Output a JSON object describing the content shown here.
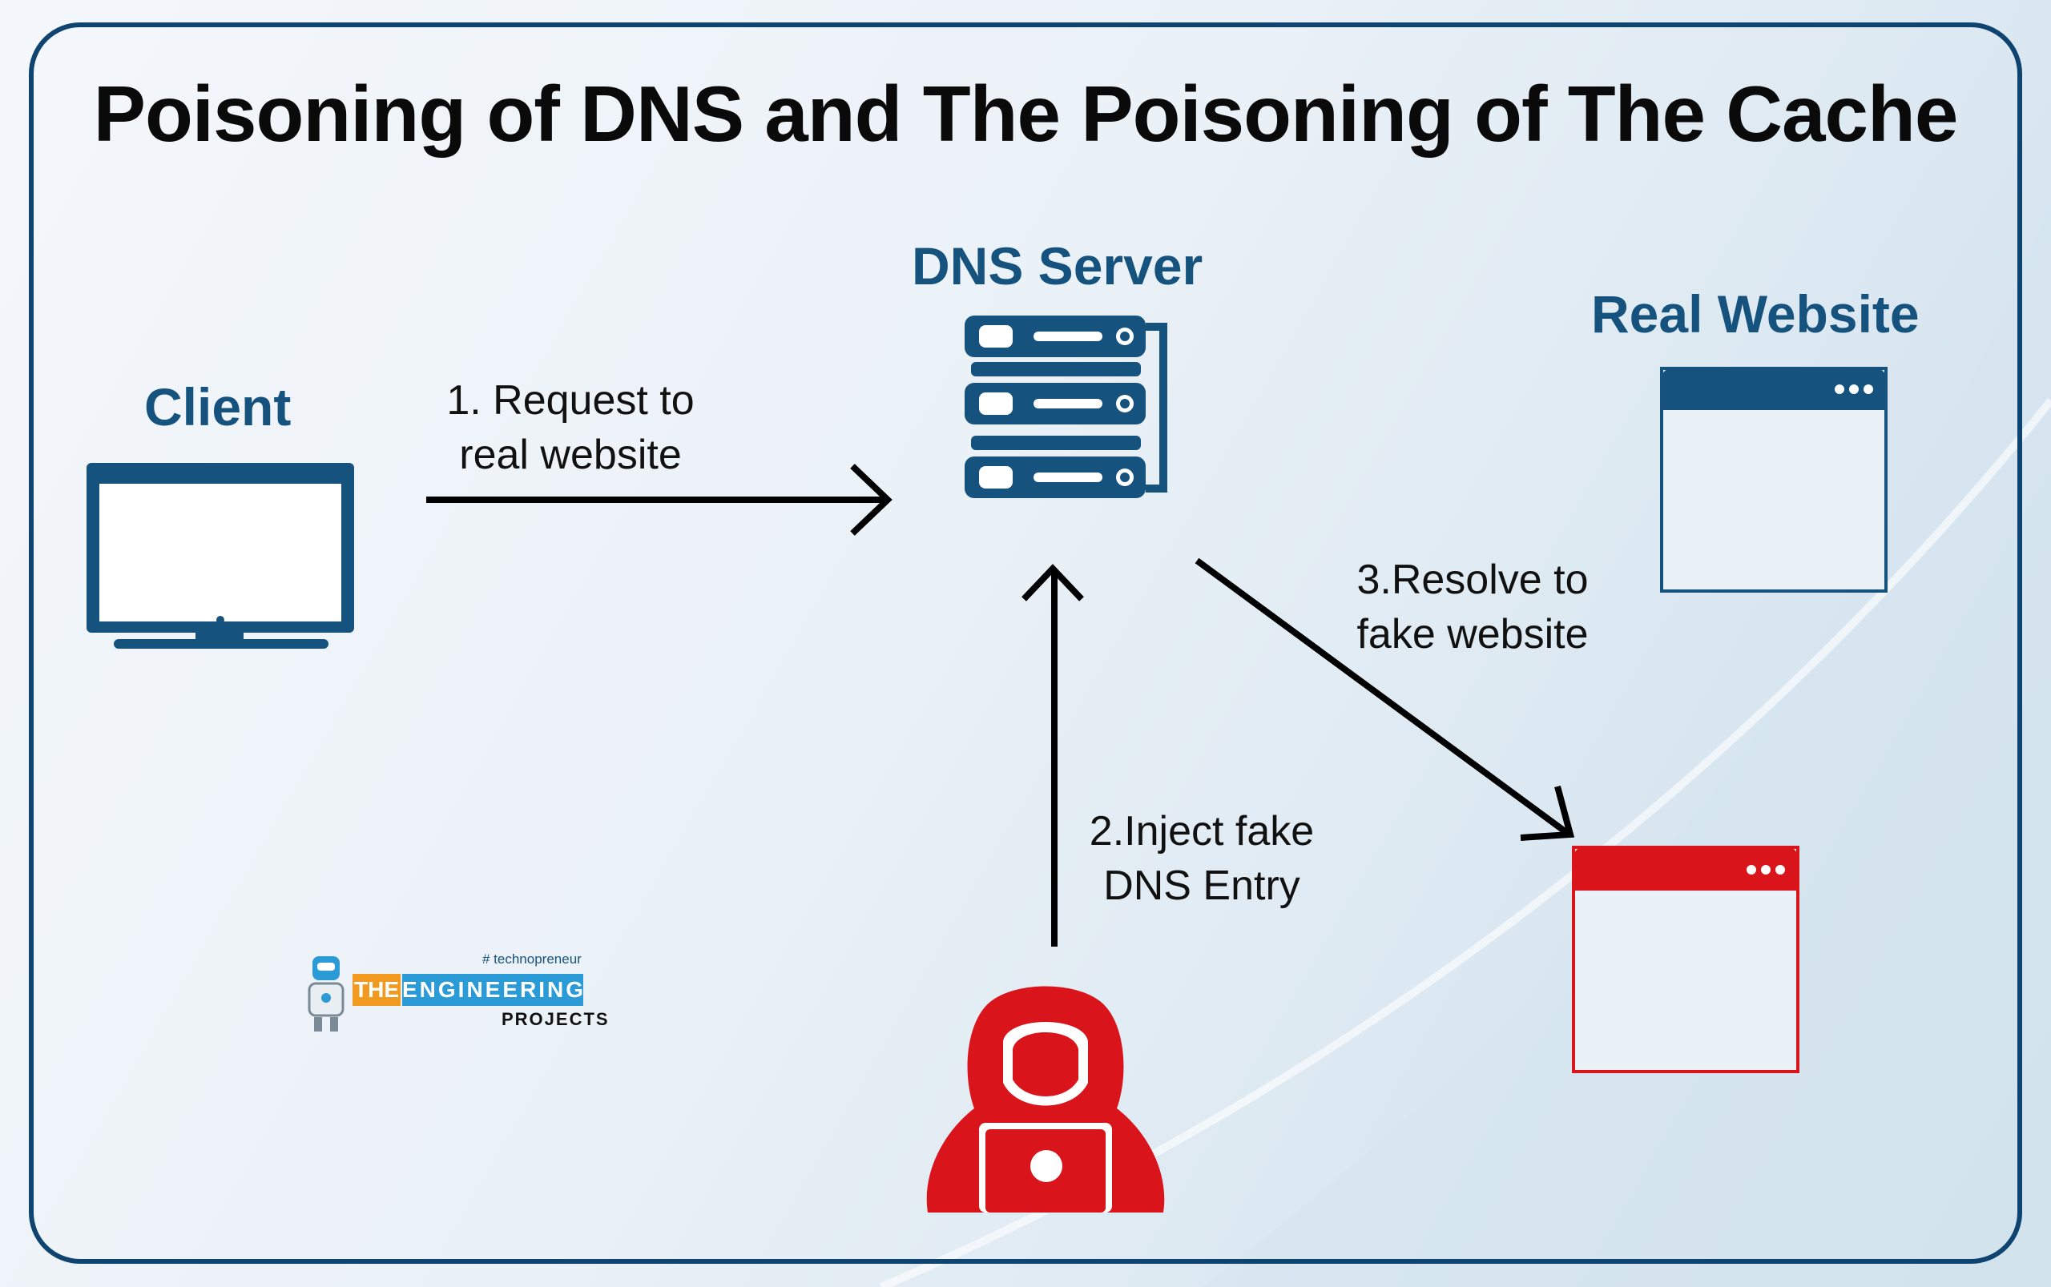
{
  "title": "Poisoning of DNS and The Poisoning of The Cache",
  "nodes": {
    "client": "Client",
    "dns_server": "DNS Server",
    "real_website": "Real Website"
  },
  "steps": {
    "step1": [
      "1. Request to",
      "real website"
    ],
    "step2": [
      "2.Inject fake",
      "DNS Entry"
    ],
    "step3": [
      "3.Resolve to",
      "fake website"
    ]
  },
  "logo": {
    "tag": "# technopreneur",
    "the": "THE",
    "engineering": "ENGINEERING",
    "projects": "PROJECTS"
  },
  "colors": {
    "frame": "#0f4470",
    "node_blue": "#16527e",
    "attacker_red": "#d9141b",
    "arrow": "#000000"
  },
  "icons": [
    "monitor-icon",
    "server-icon",
    "browser-window-icon",
    "fake-browser-window-icon",
    "hacker-icon"
  ]
}
